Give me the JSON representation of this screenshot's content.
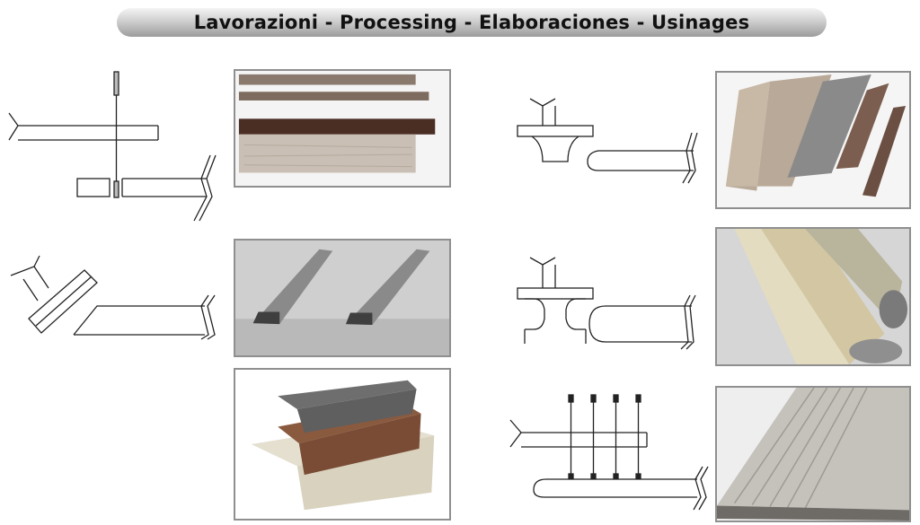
{
  "header": {
    "title": "Lavorazioni - Processing - Elaboraciones - Usinages"
  },
  "processes": [
    {
      "diagram": "straight-cut-saw-icon",
      "photo": "cut-strips-photo"
    },
    {
      "diagram": "edge-rounding-cutter-icon",
      "photo": "rounded-edge-strips-photo"
    },
    {
      "diagram": "bevel-cutter-icon",
      "photo": "beveled-profiles-photo"
    },
    {
      "diagram": "bullnose-cutter-icon",
      "photo": "bullnose-profiles-photo"
    },
    {
      "diagram": "step-profile-icon",
      "photo": "step-profiles-photo"
    },
    {
      "diagram": "multi-groove-cutter-icon",
      "photo": "grooved-step-photo"
    }
  ]
}
